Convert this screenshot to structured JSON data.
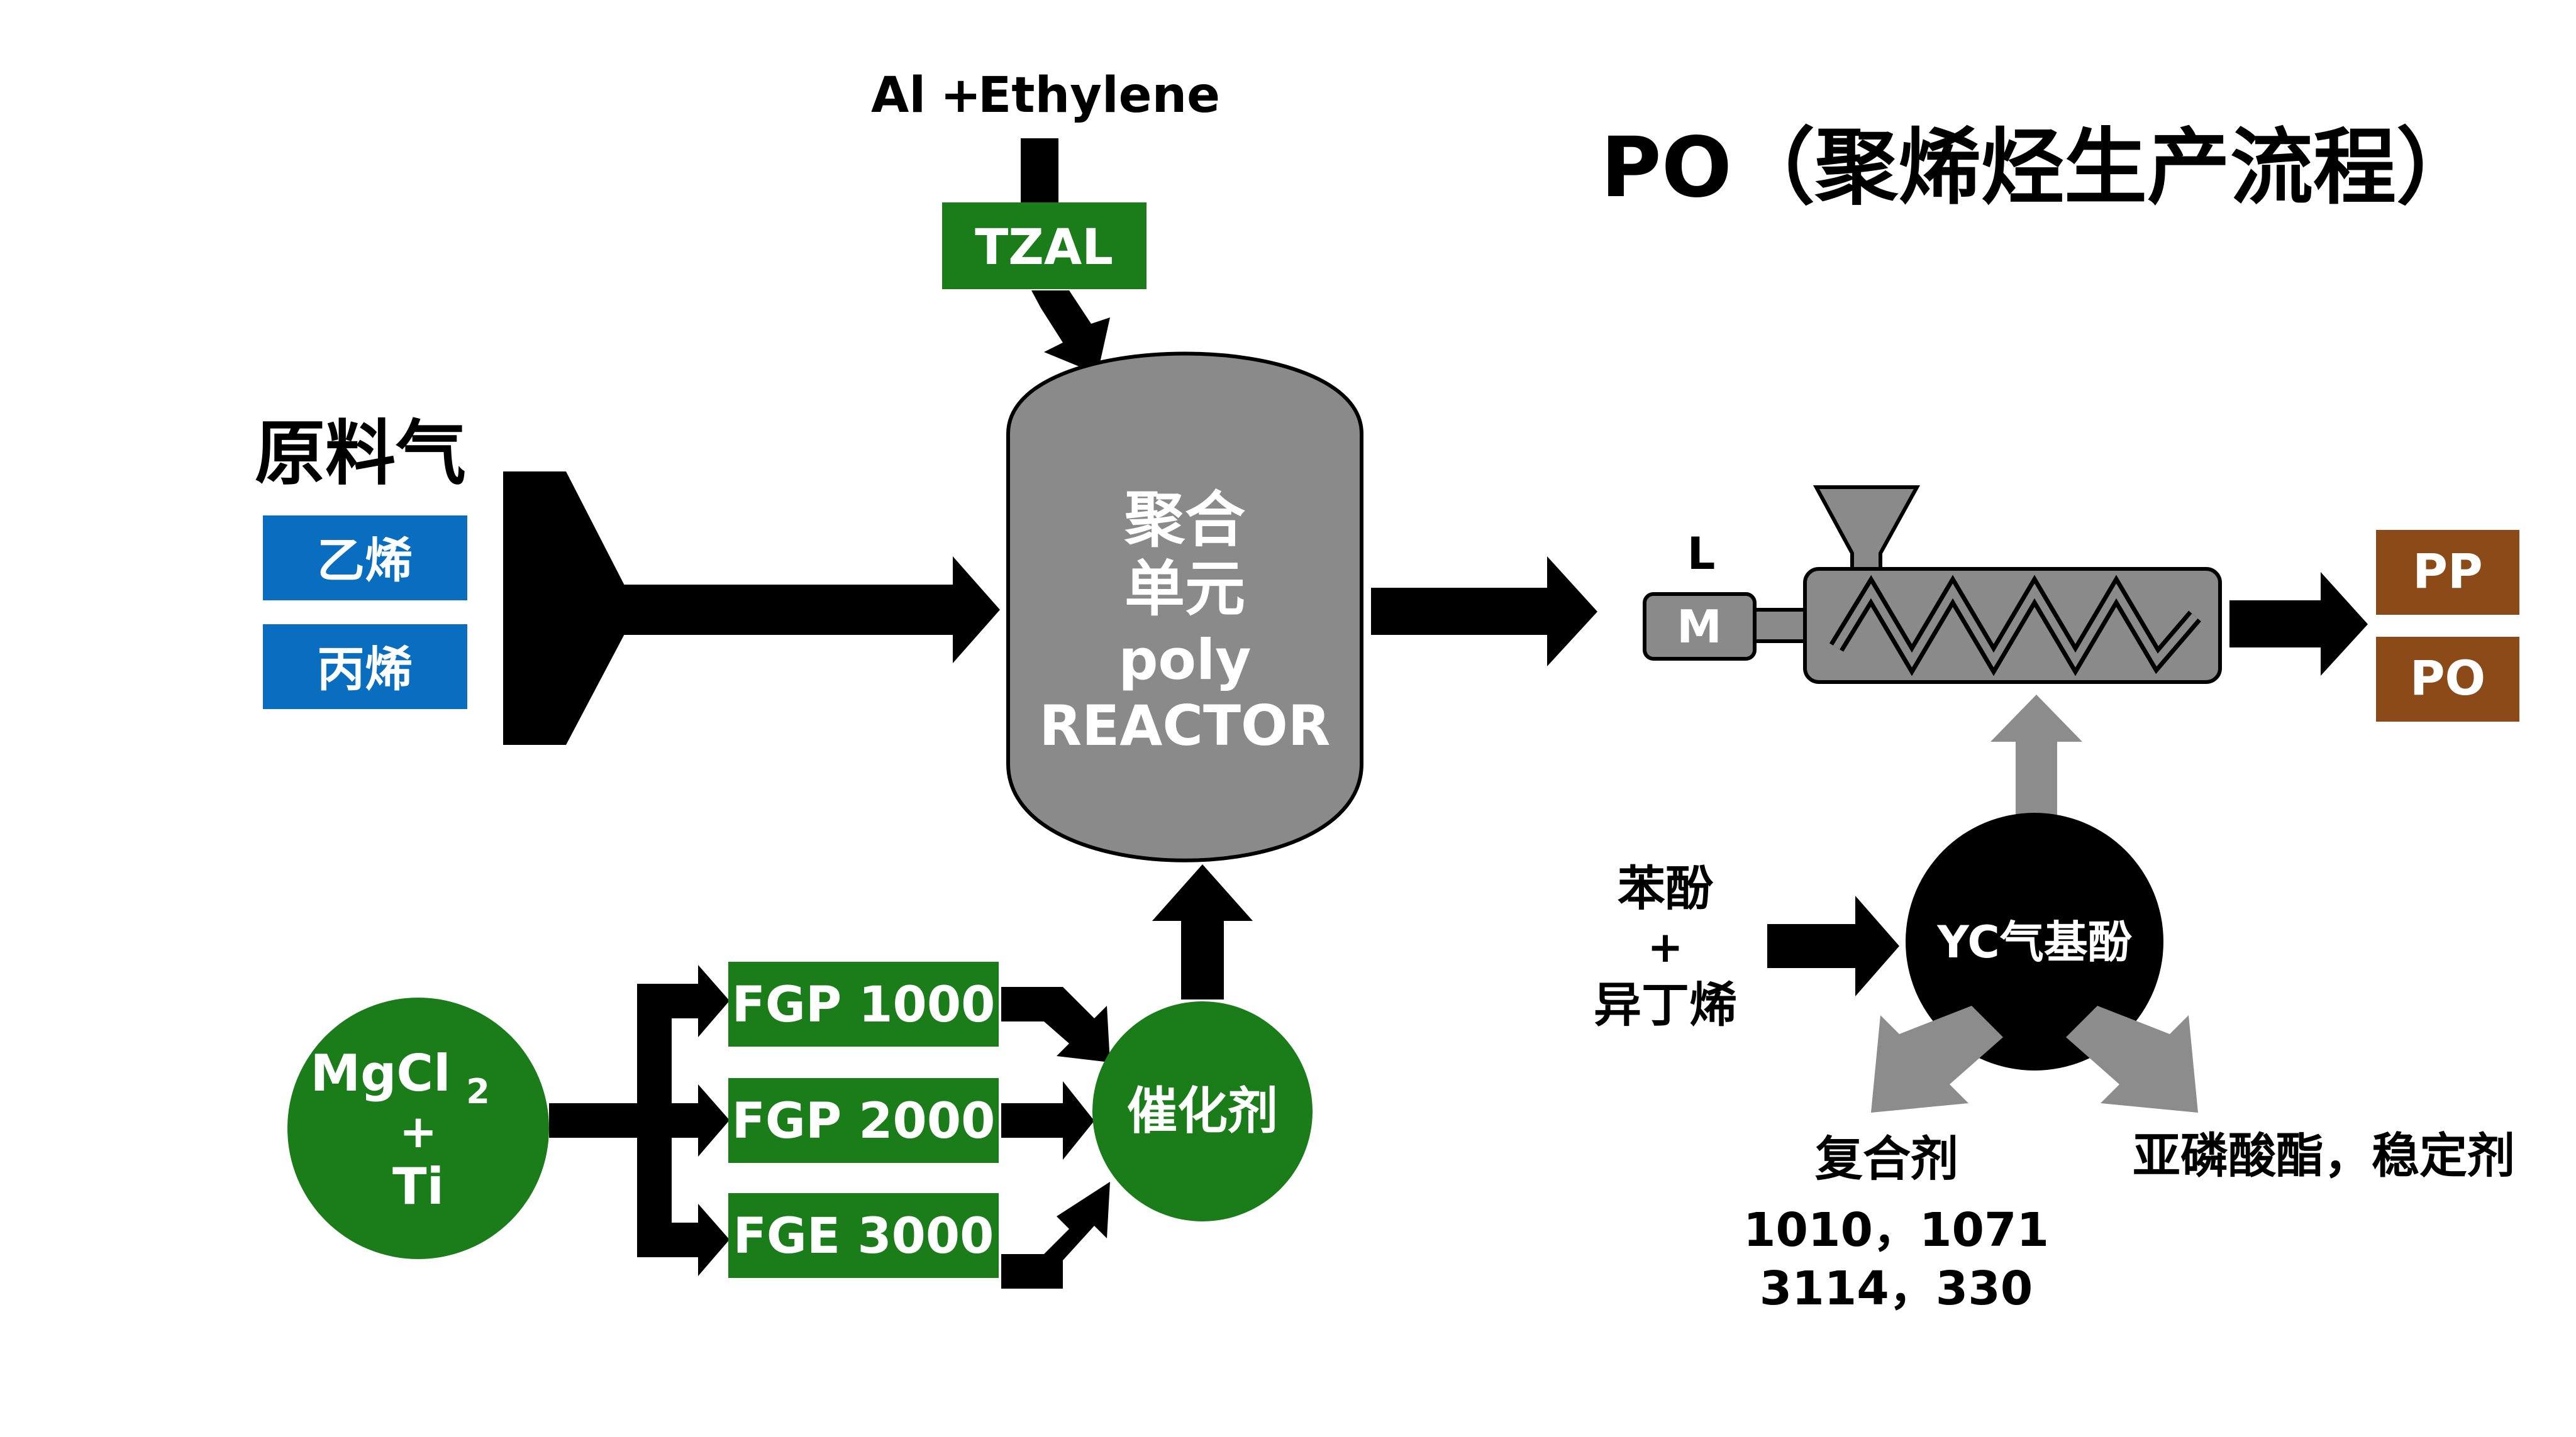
{
  "title": "PO（聚烯烃生产流程）",
  "feed": {
    "label": "原料气",
    "items": [
      "乙烯",
      "丙烯"
    ]
  },
  "aluminum_feed": {
    "text_al": "Al",
    "text_plus": "+",
    "text_ethylene": "Ethylene",
    "box": "TZAL"
  },
  "reactor": {
    "line1": "聚合",
    "line2": "单元",
    "line3": "poly",
    "line4": "REACTOR"
  },
  "catalyst_source": {
    "line1": "MgCl",
    "subscript": "2",
    "line2": "+",
    "line3": "Ti"
  },
  "catalyst_grades": [
    "FGP 1000",
    "FGP 2000",
    "FGE 3000"
  ],
  "catalyst": "催化剂",
  "extruder": {
    "label_top": "L",
    "motor": "M"
  },
  "products": [
    "PP",
    "PO"
  ],
  "antioxidant": {
    "center": "YC气基酚",
    "inputs": [
      "苯酚",
      "+",
      "异丁烯"
    ],
    "left_output_label": "复合剂",
    "left_output_grades": [
      "1010，1071",
      "3114，330"
    ],
    "right_output_label": "亚磷酸酯，稳定剂"
  },
  "colors": {
    "blue": "#0a6ec0",
    "green": "#1a7d1a",
    "brown": "#8b4a18",
    "gray_vessel": "#8a8a8a",
    "gray_arrow": "#8c8c8c",
    "black": "#000000"
  }
}
